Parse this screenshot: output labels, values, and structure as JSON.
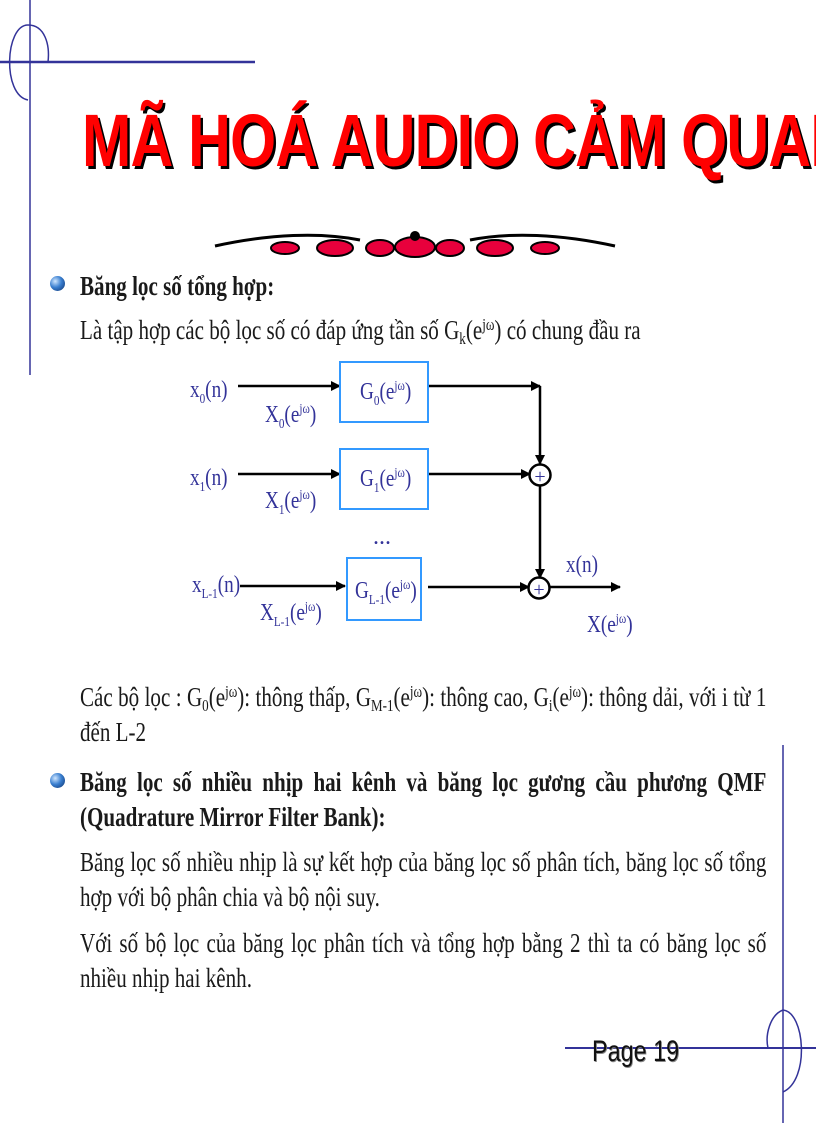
{
  "title": "MÃ HOÁ AUDIO CẢM QUAN",
  "colors": {
    "title": "#ff0000",
    "title_shadow": "#000000",
    "frame_lines": "#333399",
    "diagram_labels": "#333399",
    "filter_box_border": "#3399ff"
  },
  "sections": [
    {
      "heading": "Băng lọc số tổng hợp:",
      "intro": [
        [
          "Là tập hợp các bộ lọc số có đáp ứng tần số G",
          ""
        ],
        [
          "k",
          "sub"
        ],
        [
          "(e",
          ""
        ],
        [
          "jω",
          "sup"
        ],
        [
          ") có chung đầu ra",
          ""
        ]
      ]
    },
    {
      "heading": "Băng lọc số nhiều nhịp hai kênh và băng lọc gương cầu phương QMF (Quadrature Mirror Filter Bank):",
      "paragraphs": [
        "Băng lọc số nhiều nhịp là sự kết hợp của băng lọc số phân tích, băng lọc số tổng hợp với bộ phân chia và bộ nội suy.",
        "Với số bộ lọc của băng lọc phân tích và tổng hợp bằng 2 thì ta có băng lọc số nhiều nhịp hai kênh."
      ]
    }
  ],
  "filters_note": [
    [
      "Các bộ lọc : G",
      ""
    ],
    [
      "0",
      "sub"
    ],
    [
      "(e",
      ""
    ],
    [
      "jω",
      "sup"
    ],
    [
      "): thông thấp, G",
      ""
    ],
    [
      "M-1",
      "sub"
    ],
    [
      "(e",
      ""
    ],
    [
      "jω",
      "sup"
    ],
    [
      "): thông cao, G",
      ""
    ],
    [
      "i",
      "sub"
    ],
    [
      "(e",
      ""
    ],
    [
      "jω",
      "sup"
    ],
    [
      "): thông dải, với i từ 1 đến L-2",
      ""
    ]
  ],
  "diagram": {
    "inputs": [
      [
        [
          "x",
          ""
        ],
        [
          "0",
          "sub"
        ],
        [
          "(n)",
          ""
        ]
      ],
      [
        [
          "x",
          ""
        ],
        [
          "1",
          "sub"
        ],
        [
          "(n)",
          ""
        ]
      ],
      [
        [
          "x",
          ""
        ],
        [
          "L-1",
          "sub"
        ],
        [
          "(n)",
          ""
        ]
      ]
    ],
    "spectra": [
      [
        [
          "X",
          ""
        ],
        [
          "0",
          "sub"
        ],
        [
          "(e",
          ""
        ],
        [
          "jω",
          "sup"
        ],
        [
          ")",
          ""
        ]
      ],
      [
        [
          "X",
          ""
        ],
        [
          "1",
          "sub"
        ],
        [
          "(e",
          ""
        ],
        [
          "jω",
          "sup"
        ],
        [
          ")",
          ""
        ]
      ],
      [
        [
          "X",
          ""
        ],
        [
          "L-1",
          "sub"
        ],
        [
          "(e",
          ""
        ],
        [
          "jω",
          "sup"
        ],
        [
          ")",
          ""
        ]
      ]
    ],
    "filters": [
      [
        [
          "G",
          ""
        ],
        [
          "0",
          "sub"
        ],
        [
          "(e",
          ""
        ],
        [
          "jω",
          "sup"
        ],
        [
          ")",
          ""
        ]
      ],
      [
        [
          "G",
          ""
        ],
        [
          "1",
          "sub"
        ],
        [
          "(e",
          ""
        ],
        [
          "jω",
          "sup"
        ],
        [
          ")",
          ""
        ]
      ],
      [
        [
          "G",
          ""
        ],
        [
          "L-1",
          "sub"
        ],
        [
          "(e",
          ""
        ],
        [
          "jω",
          "sup"
        ],
        [
          ")",
          ""
        ]
      ]
    ],
    "ellipsis": "...",
    "adder_symbol": "+",
    "output_time": [
      [
        "x(n)",
        ""
      ]
    ],
    "output_freq": [
      [
        "X(e",
        ""
      ],
      [
        "jω",
        "sup"
      ],
      [
        ")",
        ""
      ]
    ]
  },
  "footer": {
    "page_label": "Page 19"
  }
}
